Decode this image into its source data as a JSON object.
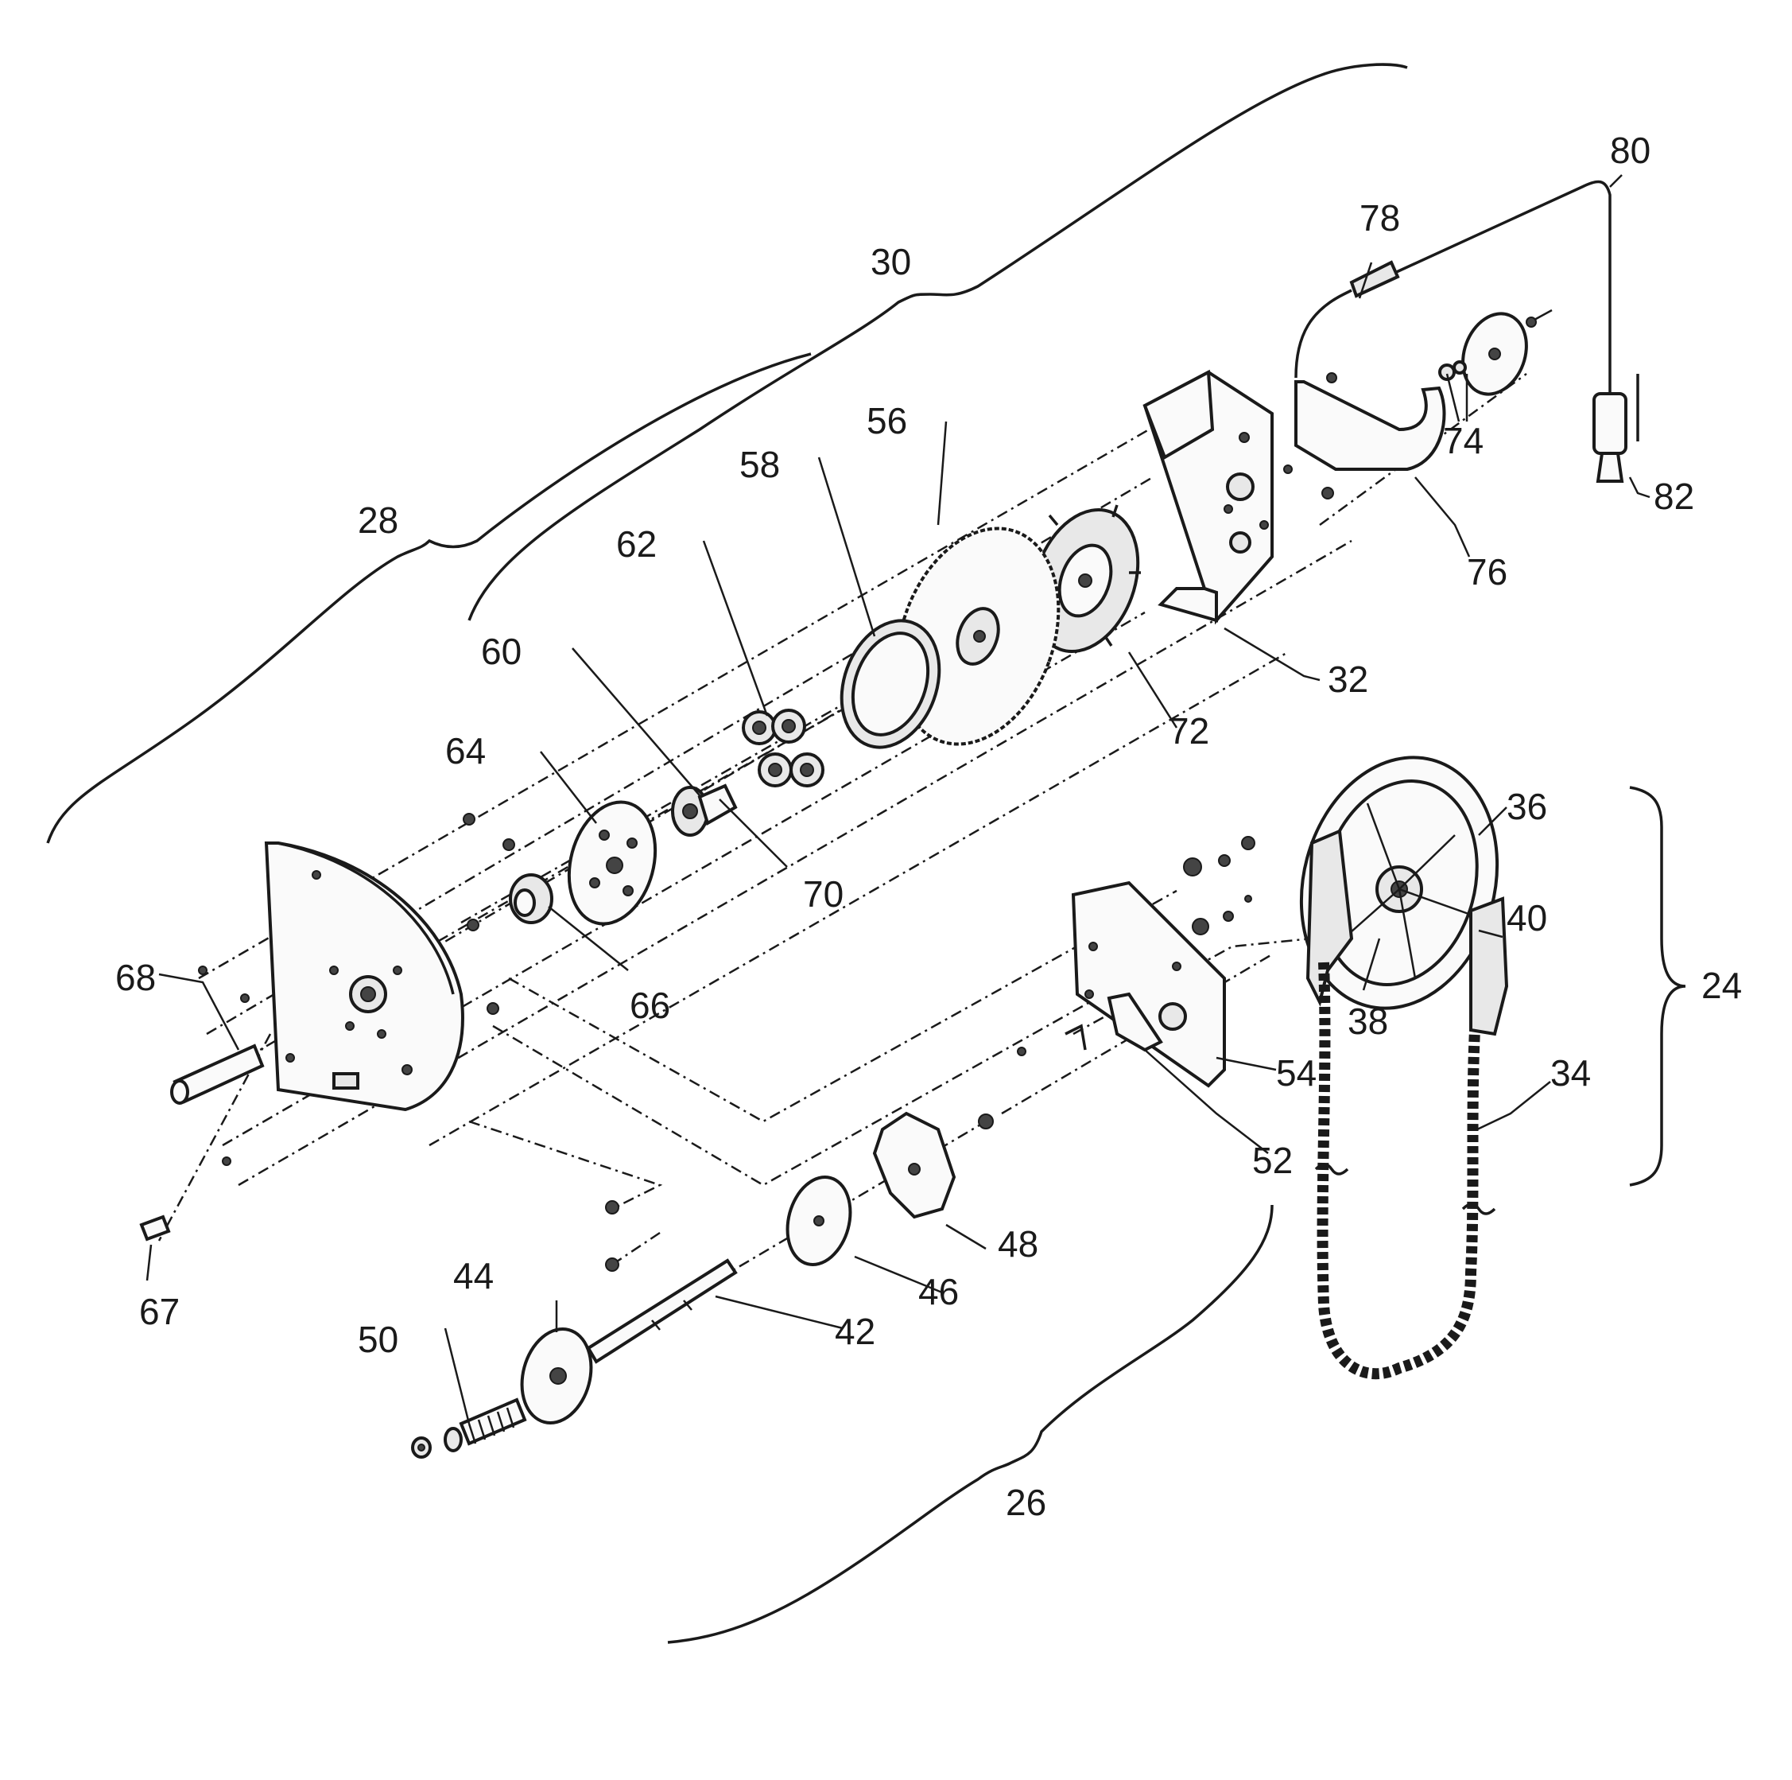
{
  "figure": {
    "labels": {
      "l24": "24",
      "l26": "26",
      "l28": "28",
      "l30": "30",
      "l32": "32",
      "l34": "34",
      "l36": "36",
      "l38": "38",
      "l40": "40",
      "l42": "42",
      "l44": "44",
      "l46": "46",
      "l48": "48",
      "l50": "50",
      "l52": "52",
      "l54": "54",
      "l56": "56",
      "l58": "58",
      "l60": "60",
      "l62": "62",
      "l64": "64",
      "l66": "66",
      "l67": "67",
      "l68": "68",
      "l70": "70",
      "l72": "72",
      "l74": "74",
      "l76": "76",
      "l78": "78",
      "l80": "80",
      "l82": "82"
    }
  }
}
